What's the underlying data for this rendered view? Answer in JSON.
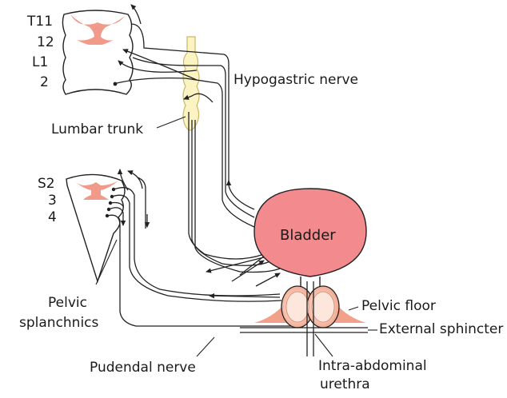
{
  "labels": {
    "t11": "T11",
    "n12": "12",
    "l1": "L1",
    "n2": "2",
    "s2": "S2",
    "n3": "3",
    "n4": "4",
    "hypogastric": "Hypogastric nerve",
    "lumbar_trunk": "Lumbar trunk",
    "bladder": "Bladder",
    "pelvic_floor": "Pelvic floor",
    "external_sphincter": "External sphincter",
    "pelvic_splanchnics_1": "Pelvic",
    "pelvic_splanchnics_2": "splanchnics",
    "pudendal": "Pudendal nerve",
    "urethra_1": "Intra-abdominal",
    "urethra_2": "urethra"
  },
  "colors": {
    "bladder_fill": "#f28a8e",
    "grey_matter": "#f29a8a",
    "trunk_fill": "#fbf3c2",
    "sphincter_fill": "#f7c7b3",
    "pelvic_floor_fill": "#f2a08a"
  }
}
